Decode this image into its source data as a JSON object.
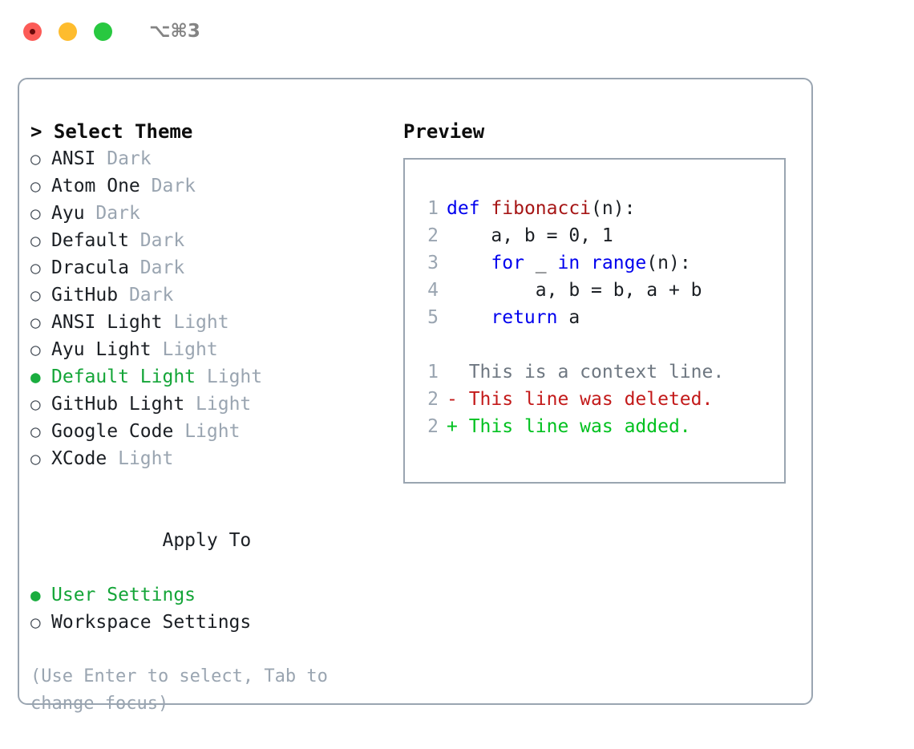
{
  "window": {
    "shortcut": "⌥⌘3",
    "lights": [
      {
        "name": "close",
        "color": "#fc5b57"
      },
      {
        "name": "minimize",
        "color": "#febc2e"
      },
      {
        "name": "maximize",
        "color": "#28c840"
      }
    ]
  },
  "theme_picker": {
    "header": "> Select Theme",
    "selected_marker": "●",
    "unselected_marker": "○",
    "options": [
      {
        "marker": "○",
        "name": "ANSI",
        "badge": "Dark",
        "selected": false
      },
      {
        "marker": "○",
        "name": "Atom One",
        "badge": "Dark",
        "selected": false
      },
      {
        "marker": "○",
        "name": "Ayu",
        "badge": "Dark",
        "selected": false
      },
      {
        "marker": "○",
        "name": "Default",
        "badge": "Dark",
        "selected": false
      },
      {
        "marker": "○",
        "name": "Dracula",
        "badge": "Dark",
        "selected": false
      },
      {
        "marker": "○",
        "name": "GitHub",
        "badge": "Dark",
        "selected": false
      },
      {
        "marker": "○",
        "name": "ANSI Light",
        "badge": "Light",
        "selected": false
      },
      {
        "marker": "○",
        "name": "Ayu Light",
        "badge": "Light",
        "selected": false
      },
      {
        "marker": "●",
        "name": "Default Light",
        "badge": "Light",
        "selected": true
      },
      {
        "marker": "○",
        "name": "GitHub Light",
        "badge": "Light",
        "selected": false
      },
      {
        "marker": "○",
        "name": "Google Code",
        "badge": "Light",
        "selected": false
      },
      {
        "marker": "○",
        "name": "XCode",
        "badge": "Light",
        "selected": false
      }
    ]
  },
  "apply_to": {
    "title": "Apply To",
    "options": [
      {
        "marker": "●",
        "name": "User Settings",
        "selected": true
      },
      {
        "marker": "○",
        "name": "Workspace Settings",
        "selected": false
      }
    ]
  },
  "hint": "(Use Enter to select, Tab to change focus)",
  "preview": {
    "title": "Preview",
    "code_lines": [
      {
        "no": "1",
        "tokens": [
          {
            "t": "def",
            "c": "kw"
          },
          {
            "t": " ",
            "c": "plain"
          },
          {
            "t": "fibonacci",
            "c": "fn"
          },
          {
            "t": "(n):",
            "c": "plain"
          }
        ]
      },
      {
        "no": "2",
        "tokens": [
          {
            "t": "    a, b = 0, 1",
            "c": "plain"
          }
        ]
      },
      {
        "no": "3",
        "tokens": [
          {
            "t": "    ",
            "c": "plain"
          },
          {
            "t": "for",
            "c": "kw"
          },
          {
            "t": " _ ",
            "c": "plain"
          },
          {
            "t": "in",
            "c": "kw"
          },
          {
            "t": " ",
            "c": "plain"
          },
          {
            "t": "range",
            "c": "kw"
          },
          {
            "t": "(n):",
            "c": "plain"
          }
        ]
      },
      {
        "no": "4",
        "tokens": [
          {
            "t": "        a, b = b, a + b",
            "c": "plain"
          }
        ]
      },
      {
        "no": "5",
        "tokens": [
          {
            "t": "    ",
            "c": "plain"
          },
          {
            "t": "return",
            "c": "kw"
          },
          {
            "t": " a",
            "c": "plain"
          }
        ]
      }
    ],
    "diff_lines": [
      {
        "no": "1",
        "sign": " ",
        "text": " This is a context line.",
        "kind": "diff-ctx"
      },
      {
        "no": "2",
        "sign": "-",
        "text": " This line was deleted.",
        "kind": "diff-del"
      },
      {
        "no": "2",
        "sign": "+",
        "text": " This line was added.",
        "kind": "diff-add"
      }
    ]
  },
  "colors": {
    "accent_green": "#14a538",
    "muted": "#9aa5b1",
    "keyword_blue": "#0000ee",
    "function_red": "#a61616",
    "diff_add": "#00c11f",
    "diff_del": "#c31a1a",
    "border": "#9aa5b1"
  }
}
